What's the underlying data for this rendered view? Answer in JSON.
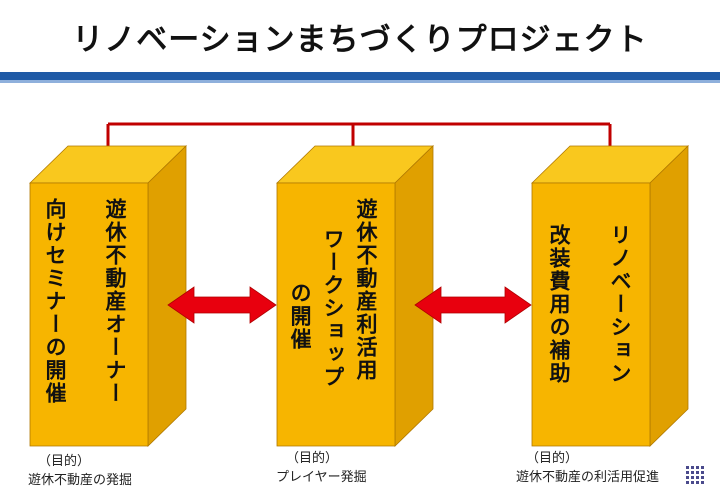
{
  "title": "リノベーションまちづくりプロジェクト",
  "colors": {
    "box_front": "#f7b500",
    "box_top": "#f9c81e",
    "box_side": "#e0a000",
    "connector": "#c00000",
    "arrow": "#e8000e",
    "title_bar": "#1f5aa6"
  },
  "boxes": [
    {
      "text_lines": [
        "遊休不動産オーナー",
        "向けセミナーの開催"
      ],
      "purpose_label": "（目的）",
      "purpose_text": "遊休不動産の発掘"
    },
    {
      "text_lines": [
        "遊休不動産利活用",
        "ワークショップ",
        "の開催"
      ],
      "purpose_label": "（目的）",
      "purpose_text": "プレイヤー発掘"
    },
    {
      "text_lines": [
        "リノベーション",
        "改装費用の補助"
      ],
      "purpose_label": "（目的）",
      "purpose_text": "遊休不動産の利活用促進"
    }
  ]
}
